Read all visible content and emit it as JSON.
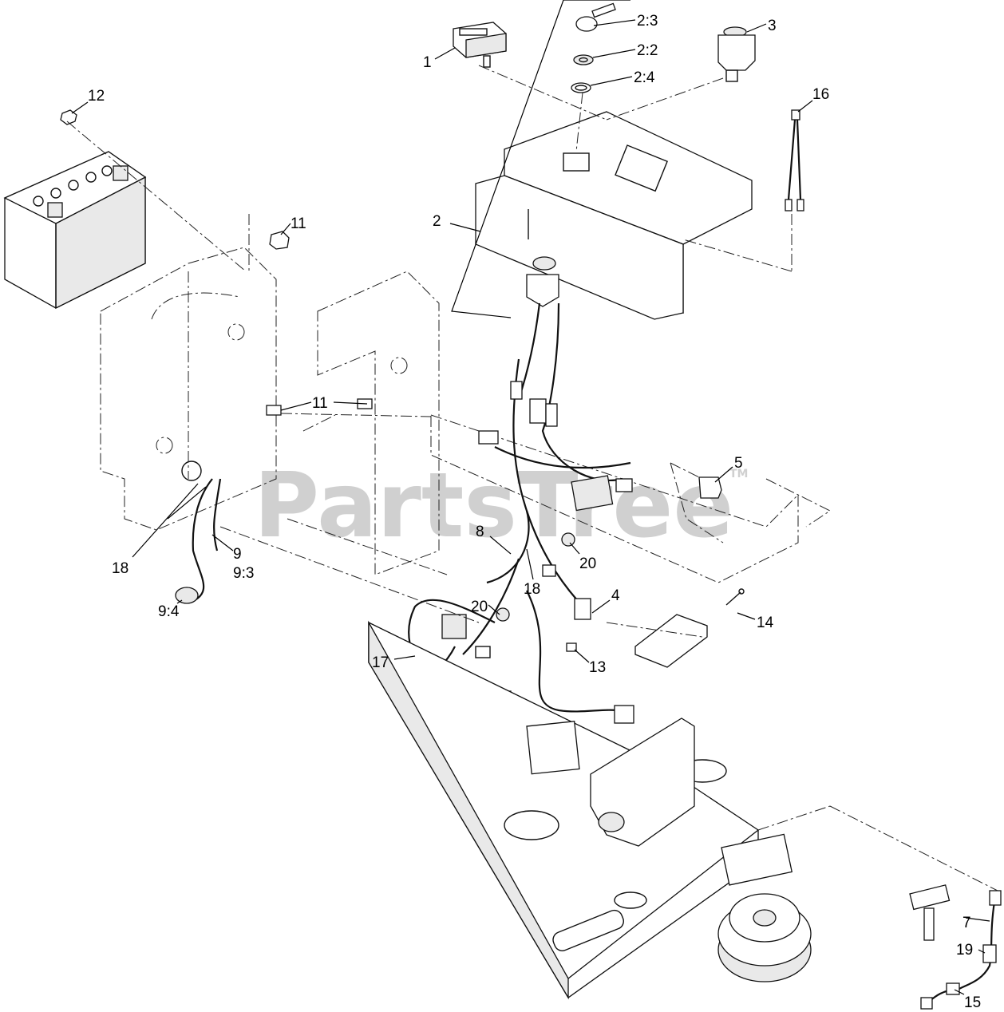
{
  "watermark": {
    "text": "PartsTree",
    "tm": "TM"
  },
  "callouts": [
    {
      "id": "1",
      "label": "1"
    },
    {
      "id": "2_3",
      "label": "2:3"
    },
    {
      "id": "2_2",
      "label": "2:2"
    },
    {
      "id": "2_4",
      "label": "2:4"
    },
    {
      "id": "3",
      "label": "3"
    },
    {
      "id": "12",
      "label": "12"
    },
    {
      "id": "16",
      "label": "16"
    },
    {
      "id": "11a",
      "label": "11"
    },
    {
      "id": "2",
      "label": "2"
    },
    {
      "id": "11b",
      "label": "11"
    },
    {
      "id": "5",
      "label": "5"
    },
    {
      "id": "8",
      "label": "8"
    },
    {
      "id": "20a",
      "label": "20"
    },
    {
      "id": "9",
      "label": "9"
    },
    {
      "id": "9_3",
      "label": "9:3"
    },
    {
      "id": "18a",
      "label": "18"
    },
    {
      "id": "18b",
      "label": "18"
    },
    {
      "id": "4",
      "label": "4"
    },
    {
      "id": "14",
      "label": "14"
    },
    {
      "id": "9_4",
      "label": "9:4"
    },
    {
      "id": "20b",
      "label": "20"
    },
    {
      "id": "17",
      "label": "17"
    },
    {
      "id": "13",
      "label": "13"
    },
    {
      "id": "7",
      "label": "7"
    },
    {
      "id": "19",
      "label": "19"
    },
    {
      "id": "15",
      "label": "15"
    }
  ]
}
